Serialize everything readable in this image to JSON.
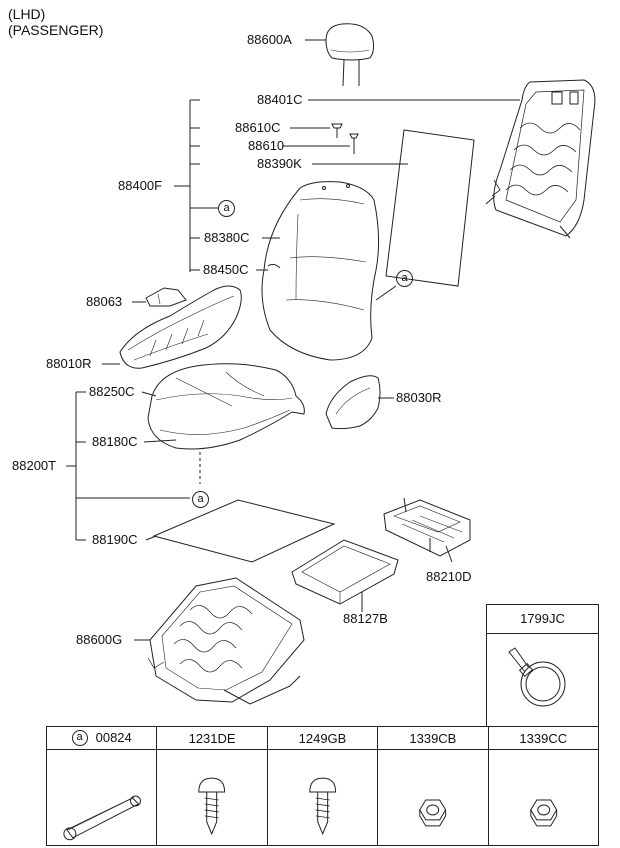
{
  "header": {
    "line1": "(LHD)",
    "line2": "(PASSENGER)"
  },
  "callouts": {
    "c88600A": "88600A",
    "c88401C": "88401C",
    "c88610C": "88610C",
    "c88610": "88610",
    "c88390K": "88390K",
    "c88400F": "88400F",
    "c88380C": "88380C",
    "c88450C": "88450C",
    "c88063": "88063",
    "c88010R": "88010R",
    "c88250C": "88250C",
    "c88030R": "88030R",
    "c88180C": "88180C",
    "c88200T": "88200T",
    "c88190C": "88190C",
    "c88210D": "88210D",
    "c88127B": "88127B",
    "c88600G": "88600G",
    "circle_a": "a"
  },
  "side_box": {
    "code": "1799JC",
    "icon": "cable-tie-icon"
  },
  "parts_table": [
    {
      "code": "00824",
      "marker": "a",
      "icon": "sleeve-tube-icon"
    },
    {
      "code": "1231DE",
      "icon": "tapping-screw-icon"
    },
    {
      "code": "1249GB",
      "icon": "tapping-screw-icon"
    },
    {
      "code": "1339CB",
      "icon": "hex-nut-icon"
    },
    {
      "code": "1339CC",
      "icon": "hex-nut-icon"
    }
  ]
}
